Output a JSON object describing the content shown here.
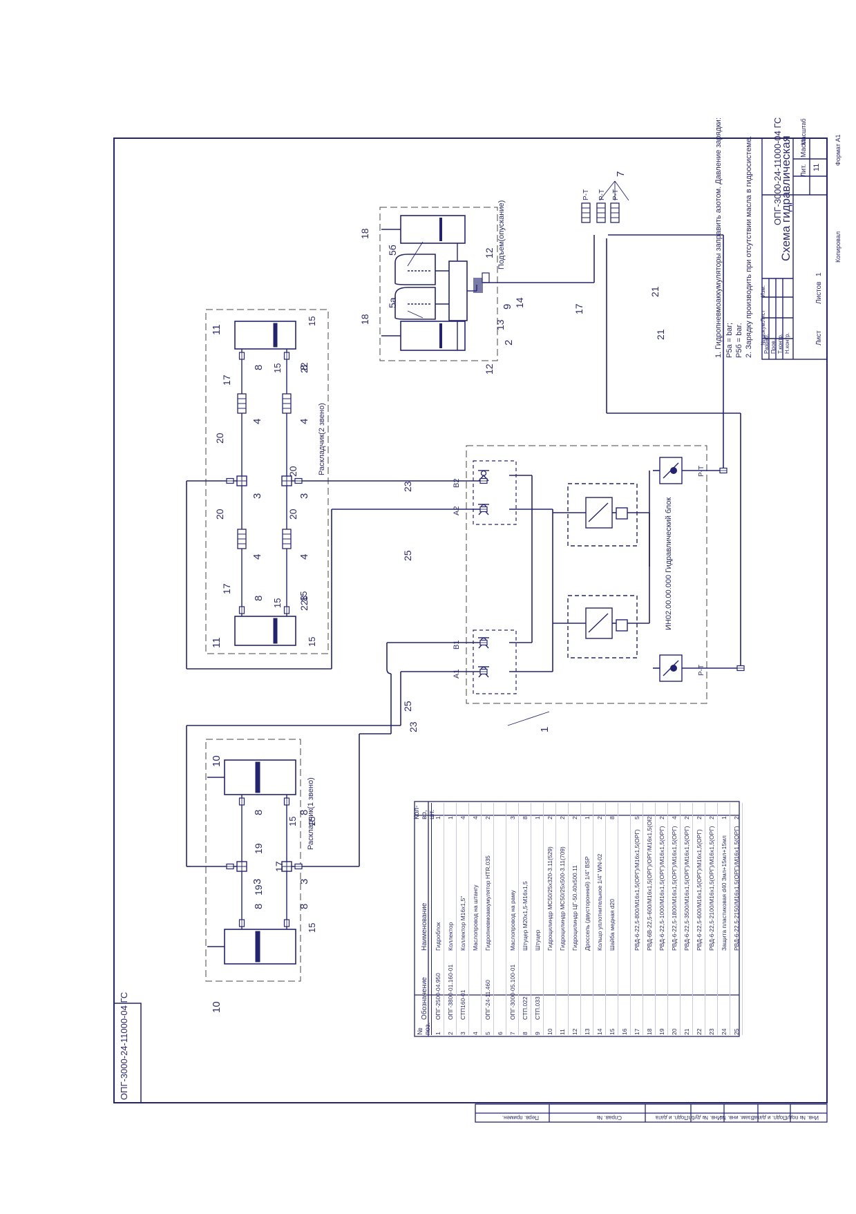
{
  "drawing": {
    "designation": "ОПГ-3000-24-11000-04 ГС",
    "designation_side": "ОПГ-3000-24-11000-04 ГС",
    "title": "Схема гидравлическая",
    "sheet": "11",
    "sheets_label": "Листов",
    "sheet_label": "Лист",
    "sheets_count": "1",
    "format": "Формат  А1",
    "copied": "Копировал",
    "lit_label": "Лит.",
    "mass_label": "Масса",
    "scale_label": "Масштаб",
    "sign_rows": [
      "Изм.",
      "Лист",
      "№ докум.",
      "Подп.",
      "Дата"
    ],
    "roles": [
      "Разраб.",
      "Пров.",
      "Т.контр.",
      "Н.контр.",
      "Утв."
    ]
  },
  "notes": [
    "1. Гидропневмоаккумуляторы заправить азотом. Давление зарядки:",
    "P5a =       bar;",
    "P5б =       bar.",
    "2. Зарядку производить при отсутствии масла в гидросистеме."
  ],
  "left_strip": [
    "Инв. № подл.",
    "Подп. и дата",
    "Взам. инв. №",
    "Инв. № дубл.",
    "Подп. и дата",
    "Справ. №",
    "Перв. примен."
  ],
  "groups": {
    "level1": "Раскладчик(1 звено)",
    "level2": "Раскладчик(2 звено)",
    "block": "ИН02.00.00.000 Гидравлический блок",
    "lift": "Подъем(опускание)"
  },
  "ports": [
    "B2",
    "A2",
    "B1",
    "A1",
    "P-T",
    "P-T",
    "P-T",
    "P-T",
    "P-T"
  ],
  "callouts": [
    "1",
    "2",
    "3",
    "3",
    "3",
    "3",
    "4",
    "4",
    "4",
    "4",
    "5a",
    "5б",
    "7",
    "8",
    "8",
    "8",
    "8",
    "8",
    "8",
    "8",
    "8",
    "9",
    "10",
    "10",
    "11",
    "11",
    "12",
    "12",
    "13",
    "14",
    "15",
    "15",
    "15",
    "15",
    "15",
    "15",
    "15",
    "15",
    "17",
    "17",
    "17",
    "17",
    "18",
    "18",
    "19",
    "19",
    "20",
    "20",
    "20",
    "20",
    "21",
    "21",
    "22",
    "22",
    "23",
    "23",
    "25",
    "25"
  ],
  "parts_table": {
    "headers": [
      "№ поз.",
      "Обозначение",
      "Наименование",
      "Кол-во, шт."
    ],
    "rows": [
      [
        "1",
        "ОПГ-2500-04.950",
        "Гидроблок",
        "1"
      ],
      [
        "2",
        "ОПГ-3800-01.160-01",
        "Коллектор",
        "1"
      ],
      [
        "3",
        "СТП160-01",
        "Коллектор М16х1,5\"",
        "4"
      ],
      [
        "4",
        "",
        "Маслопровод на штангу",
        "4"
      ],
      [
        "5",
        "ОПГ-24-11.460",
        "Гидропневмоаккумулятор HTR.035",
        "2"
      ],
      [
        "6",
        "",
        "",
        ""
      ],
      [
        "7",
        "ОПГ-3000-05.100-01",
        "Маслопровод на раму",
        "3"
      ],
      [
        "8",
        "СТП.022",
        "Штуцер М20х1,5-М16х1,5",
        "8"
      ],
      [
        "9",
        "СТП.033",
        "Штуцер",
        "1"
      ],
      [
        "10",
        "",
        "Гидроцилиндр МС50/25х320-3.11(529)",
        "2"
      ],
      [
        "11",
        "",
        "Гидроцилиндр МС50/25х500-3.11(709)",
        "2"
      ],
      [
        "12",
        "",
        "Гидроцилиндр ЦГ-50.40х500.11",
        "2"
      ],
      [
        "13",
        "",
        "Дроссель (двусторонний) 1/4\" BSP",
        "1"
      ],
      [
        "14",
        "",
        "Кольцо уплотнительное 1/4\" WN-02",
        "2"
      ],
      [
        "15",
        "",
        "Шайба медная d20",
        "8"
      ],
      [
        "16",
        "",
        "",
        ""
      ],
      [
        "17",
        "",
        "РВД-6-22,5-800/М16х1,5(ОРГ)/М16х1,5(ОРГ)",
        "5"
      ],
      [
        "18",
        "",
        "РВД-6В-22,5-600/М16х1,5(ОРГ)/ОРГ/М16х1,5(ОРГ)",
        "2"
      ],
      [
        "19",
        "",
        "РВД-6-22,5-1000/М16х1,5(ОРГ)/М16х1,5(ОРГ)",
        "2"
      ],
      [
        "20",
        "",
        "РВД-6-22,5-1800/М16х1,5(ОРГ)/М16х1,5(ОРГ)",
        "4"
      ],
      [
        "21",
        "",
        "РВД-6-22,5-3500/М16х1,5(ОРГ)/М16х1,5(ОРГ)",
        "2"
      ],
      [
        "22",
        "",
        "РВД-6-22,5-600/М16х1,5(ОРГ)/М16х1,5(ОРГ)",
        "2"
      ],
      [
        "23",
        "",
        "РВД-6-22,5-2100/М16х1,5(ОРГ)/М16х1,5(ОРГ)",
        "2"
      ],
      [
        "24",
        "",
        "Защита пластиковая d40 3мл+15мл+15мл",
        "1"
      ],
      [
        "25",
        "",
        "РВД-6-22,5-2150/М16х1,5(ОРГ)/М16х1,5(ОРГ)",
        "2"
      ]
    ]
  }
}
